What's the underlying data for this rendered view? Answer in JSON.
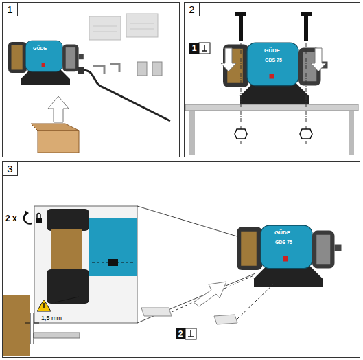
{
  "diagram": {
    "nodes": [
      {
        "text": [
          "1"
        ]
      },
      {
        "text": [
          "2"
        ]
      },
      {
        "text": [
          "3"
        ]
      }
    ],
    "labels": [
      "GÜDE",
      "1",
      "GÜDE",
      "GDS 75",
      "2 x",
      "1,5 mm",
      "GÜDE",
      "GDS 75",
      "2"
    ]
  }
}
